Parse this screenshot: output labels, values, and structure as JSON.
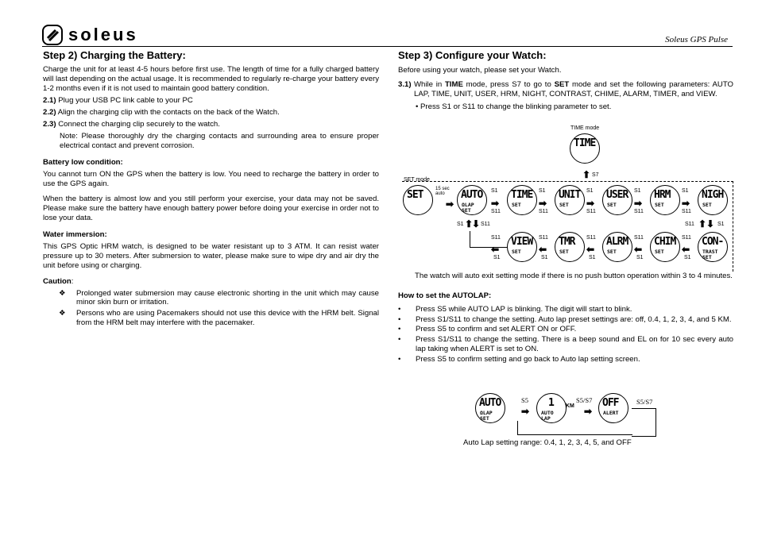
{
  "header": {
    "brand": "soleus",
    "model": "Soleus GPS Pulse"
  },
  "left": {
    "title": "Step 2) Charging the Battery:",
    "intro": "Charge the unit for at least 4-5 hours before first use. The length of time for a fully charged battery will last depending on the actual usage. It is recommended to regularly re-charge your battery every 1-2 months even if it is not used to maintain good battery condition.",
    "steps": [
      {
        "num": "2.1)",
        "text": "Plug your USB PC link cable to your PC"
      },
      {
        "num": "2.2)",
        "text": "Align the charging clip with the contacts on the back of the Watch."
      },
      {
        "num": "2.3)",
        "text": "Connect the charging clip securely to the watch."
      }
    ],
    "note": "Note: Please thoroughly dry the charging contacts and surrounding area to ensure proper electrical contact and prevent corrosion.",
    "battery_heading": "Battery low condition:",
    "battery_p1": "You cannot turn ON the GPS when the battery is low. You need to recharge the battery in order to use the GPS again.",
    "battery_p2": "When the battery is almost low and you still perform your exercise, your data may not be saved. Please make sure the battery have enough battery power before doing your exercise in order not to lose your data.",
    "water_heading": "Water immersion:",
    "water_p": "This GPS Optic HRM watch, is designed to be water resistant up to 3 ATM. It can resist water pressure up to 30 meters. After submersion to water, please make sure to wipe dry and air dry the unit before using or charging.",
    "caution_heading": "Caution",
    "caution_items": [
      "Prolonged water submersion may cause electronic shorting in the unit which may cause minor skin burn or irritation.",
      "Persons who are using Pacemakers should not use this device with the HRM belt. Signal from the HRM belt may interfere with the pacemaker."
    ]
  },
  "right": {
    "title": "Step 3) Configure your Watch:",
    "intro": "Before using your watch, please set your Watch.",
    "step_num": "3.1)",
    "step_text_a": "While in ",
    "step_bold_a": "TIME",
    "step_text_b": " mode, press S7 to go to ",
    "step_bold_b": "SET",
    "step_text_c": " mode and set the following parameters: AUTO LAP, TIME, UNIT, USER, HRM, NIGHT, CONTRAST, CHIME, ALARM, TIMER, and VIEW.",
    "press_note": "• Press S1 or S11 to change the blinking parameter to set.",
    "diagram": {
      "time_mode_label": "TIME mode",
      "set_mode_label": "SET mode",
      "s7_label": "S7",
      "sec_label": "15 sec\nauto",
      "screens_row1": [
        {
          "big": "SET",
          "small": ""
        },
        {
          "big": "AUTO",
          "small": "ΩLAP\nSET"
        },
        {
          "big": "TIME",
          "small": "SET"
        },
        {
          "big": "UNIT",
          "small": "SET"
        },
        {
          "big": "USER",
          "small": "SET"
        },
        {
          "big": "HRM",
          "small": "SET"
        },
        {
          "big": "NIGH",
          "small": "SET"
        }
      ],
      "screens_row2": [
        {
          "big": "VIEW",
          "small": "SET"
        },
        {
          "big": "TMR",
          "small": "SET"
        },
        {
          "big": "ALRM",
          "small": "SET"
        },
        {
          "big": "CHIM",
          "small": "SET"
        },
        {
          "big": "CON-",
          "small": "TRAST\nSET"
        }
      ],
      "time_screen": {
        "big": "TIME",
        "small": ""
      },
      "s1": "S1",
      "s11": "S11"
    },
    "auto_exit": "The watch will auto exit setting mode if there is no push button operation within 3 to 4 minutes.",
    "autolap_heading": "How to set the AUTOLAP:",
    "autolap_items": [
      "Press S5 while AUTO LAP is blinking. The digit will start to blink.",
      "Press S1/S11 to change the setting. Auto lap preset settings are:  off, 0.4, 1, 2, 3, 4, and 5 KM.",
      "Press S5 to confirm and set ALERT ON or OFF.",
      "Press S1/S11 to change the setting. There is a beep sound and EL on for 10 sec every auto lap taking when ALERT is set to ON.",
      "Press S5 to confirm setting and go back to Auto lap setting screen."
    ],
    "autolap_diagram": {
      "s5": "S5",
      "s5s7a": "S5/S7",
      "s5s7b": "S5/S7",
      "screens": [
        {
          "big": "AUTO",
          "small": "ΩLAP\nSET"
        },
        {
          "big": "1",
          "small": "AUTO\nLAP"
        },
        {
          "big": "OFF",
          "small": "ALERT"
        }
      ],
      "km": "KM"
    },
    "autolap_caption": "Auto Lap setting range: 0.4, 1, 2, 3, 4, 5, and OFF"
  }
}
